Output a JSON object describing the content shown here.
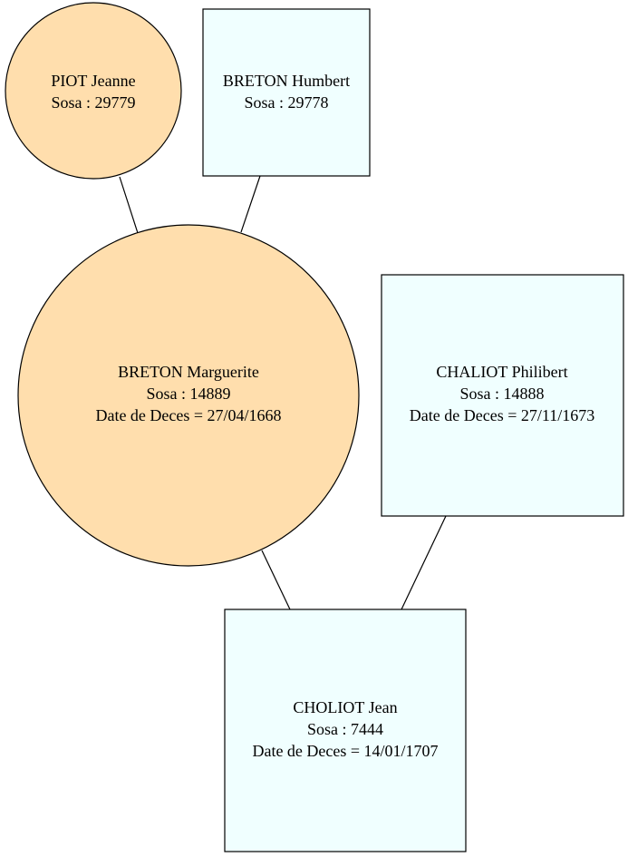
{
  "colors": {
    "female_fill": "#FFDEAD",
    "male_fill": "#F0FFFF",
    "stroke": "#000000"
  },
  "persons": {
    "piot_jeanne": {
      "name": "PIOT Jeanne",
      "sosa": "Sosa : 29779"
    },
    "breton_humbert": {
      "name": "BRETON Humbert",
      "sosa": "Sosa : 29778"
    },
    "breton_marguerite": {
      "name": "BRETON Marguerite",
      "sosa": "Sosa : 14889",
      "death": "Date de Deces = 27/04/1668"
    },
    "chaliot_philibert": {
      "name": "CHALIOT Philibert",
      "sosa": "Sosa : 14888",
      "death": "Date de Deces = 27/11/1673"
    },
    "choliot_jean": {
      "name": "CHOLIOT Jean",
      "sosa": "Sosa : 7444",
      "death": "Date de Deces = 14/01/1707"
    }
  }
}
